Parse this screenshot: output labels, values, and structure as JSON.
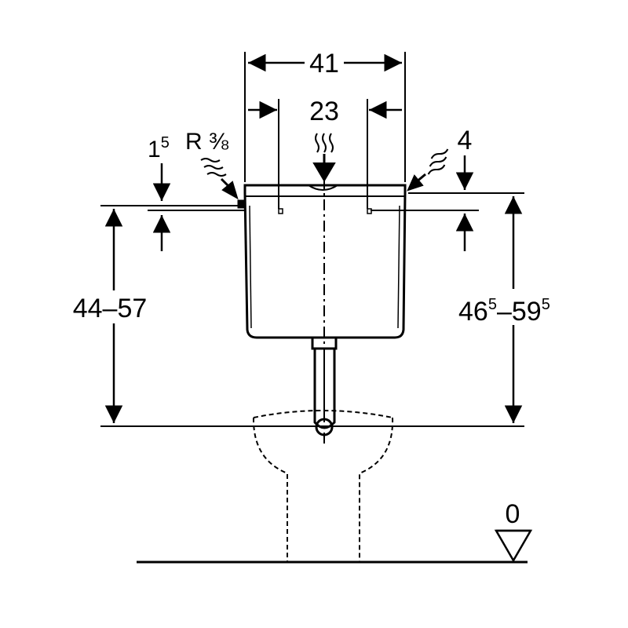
{
  "drawing": {
    "dimensions": {
      "top_width": "41",
      "inlet_spacing": "23",
      "left_offset_base": "1",
      "left_offset_sup": "5",
      "thread_label": "R ⅜",
      "right_offset": "4",
      "left_height": "44–57",
      "right_height_a": "46",
      "right_height_a_sup": "5",
      "right_height_dash": "–",
      "right_height_b": "59",
      "right_height_b_sup": "5",
      "floor_level": "0"
    },
    "colors": {
      "line": "#000000",
      "background": "#ffffff"
    }
  }
}
